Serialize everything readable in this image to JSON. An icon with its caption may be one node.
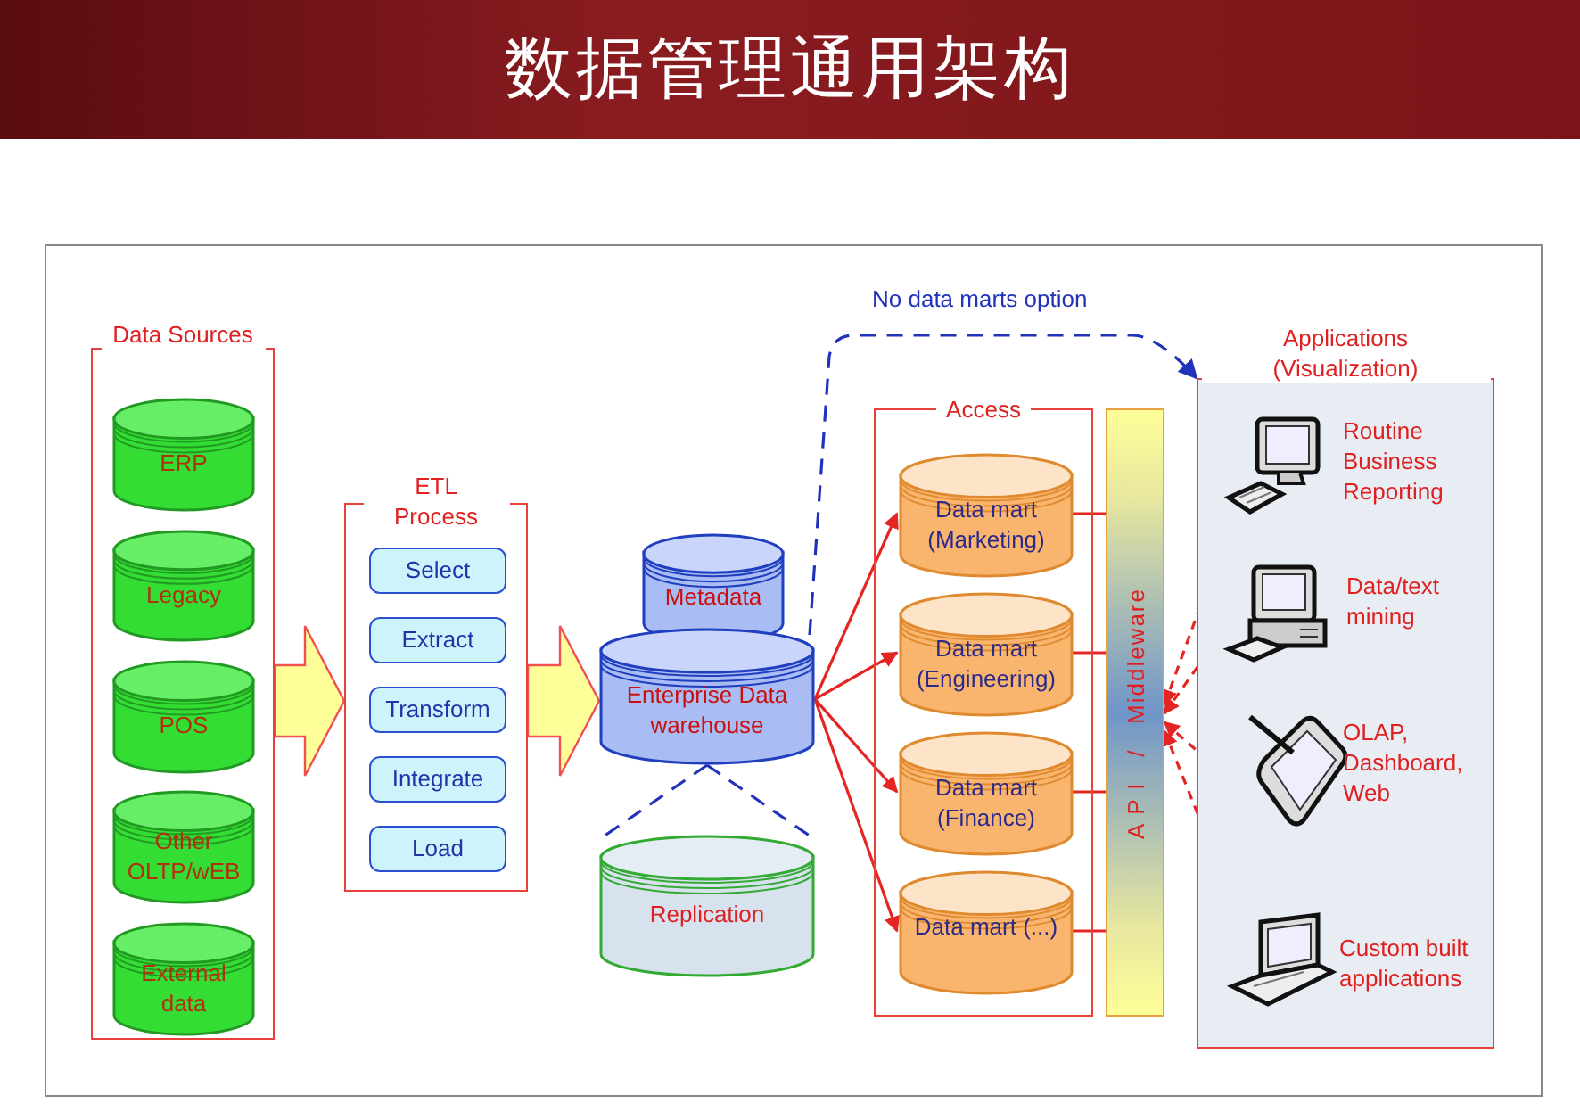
{
  "diagram": {
    "title": "数据管理通用架构",
    "nodes": [
      {
        "text": [
          "Data Sources"
        ]
      },
      {
        "text": [
          "ERP"
        ],
        "in": 0
      },
      {
        "text": [
          "Legacy"
        ],
        "in": 0
      },
      {
        "text": [
          "POS"
        ],
        "in": 0
      },
      {
        "text": [
          "Other OLTP/wEB"
        ],
        "in": 0
      },
      {
        "text": [
          "External data"
        ],
        "in": 0
      },
      {
        "text": [
          "ETL Process"
        ]
      },
      {
        "text": [
          "Select"
        ],
        "in": 6
      },
      {
        "text": [
          "Extract"
        ],
        "in": 6
      },
      {
        "text": [
          "Transform"
        ],
        "in": 6
      },
      {
        "text": [
          "Integrate"
        ],
        "in": 6
      },
      {
        "text": [
          "Load"
        ],
        "in": 6
      },
      {
        "text": [
          "Metadata"
        ]
      },
      {
        "text": [
          "Enterprise Data warehouse"
        ]
      },
      {
        "text": [
          "Replication"
        ]
      },
      {
        "text": [
          "Access"
        ]
      },
      {
        "text": [
          "Data mart (Marketing)"
        ],
        "in": 15
      },
      {
        "text": [
          "Data mart (Engineering)"
        ],
        "in": 15
      },
      {
        "text": [
          "Data mart (Finance)"
        ],
        "in": 15
      },
      {
        "text": [
          "Data mart (...)"
        ],
        "in": 15
      },
      {
        "text": [
          "A P I / Middleware"
        ]
      },
      {
        "text": [
          "Applications (Visualization)"
        ]
      },
      {
        "text": [
          "Routine Business Reporting"
        ],
        "in": 21
      },
      {
        "text": [
          "Data/text mining"
        ],
        "in": 21
      },
      {
        "text": [
          "OLAP, Dashboard, Web"
        ],
        "in": 21
      },
      {
        "text": [
          "Custom built applications"
        ],
        "in": 21
      }
    ],
    "edges": [
      {
        "from": 0,
        "to": 6,
        "arrow": "to",
        "style": "thick",
        "color": "#ffff99"
      },
      {
        "from": 6,
        "to": 13,
        "arrow": "to",
        "style": "thick",
        "color": "#ffff99"
      },
      {
        "from": 13,
        "to": 21,
        "arrow": "to",
        "label": "No data marts option",
        "style": "dashed",
        "color": "#2233bb"
      },
      {
        "from": 13,
        "to": 14,
        "arrow": "none",
        "style": "dashed",
        "color": "#2233bb"
      },
      {
        "from": 13,
        "to": 16,
        "arrow": "to"
      },
      {
        "from": 13,
        "to": 17,
        "arrow": "to"
      },
      {
        "from": 13,
        "to": 18,
        "arrow": "to"
      },
      {
        "from": 13,
        "to": 19,
        "arrow": "to"
      },
      {
        "from": 16,
        "to": 20,
        "arrow": "none"
      },
      {
        "from": 17,
        "to": 20,
        "arrow": "none"
      },
      {
        "from": 18,
        "to": 20,
        "arrow": "none"
      },
      {
        "from": 19,
        "to": 20,
        "arrow": "none"
      },
      {
        "from": 20,
        "to": 22,
        "arrow": "both",
        "style": "dashed"
      },
      {
        "from": 20,
        "to": 23,
        "arrow": "both",
        "style": "dashed"
      },
      {
        "from": 20,
        "to": 24,
        "arrow": "both",
        "style": "dashed"
      },
      {
        "from": 20,
        "to": 25,
        "arrow": "both",
        "style": "dashed"
      }
    ]
  }
}
